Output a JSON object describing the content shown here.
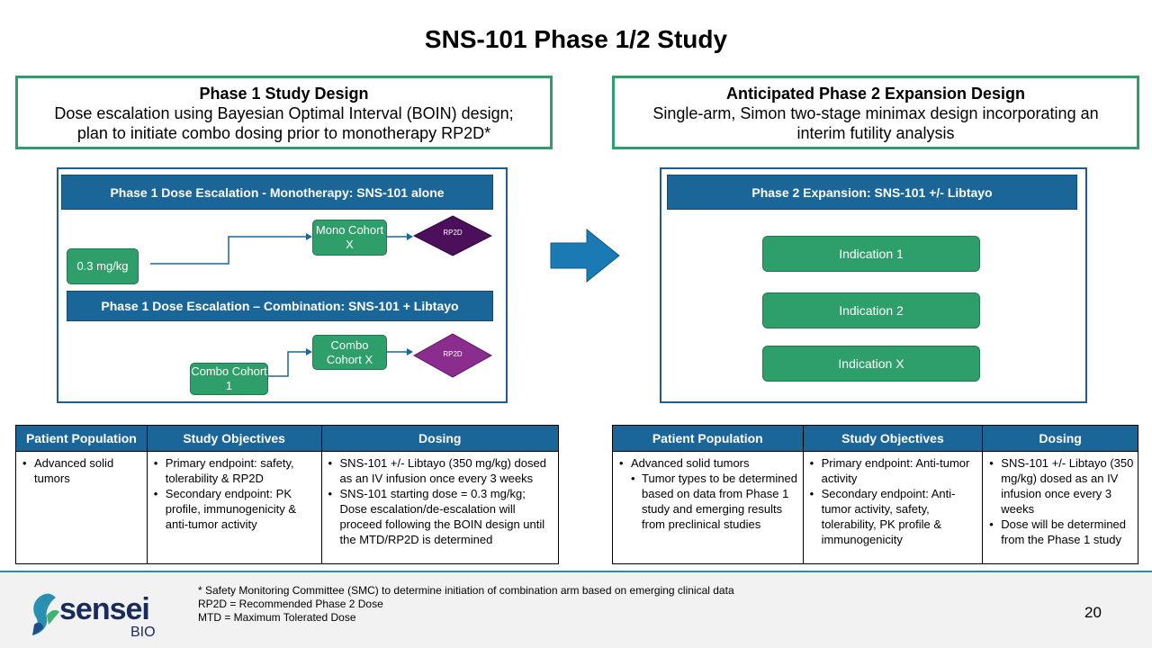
{
  "title": "SNS-101 Phase 1/2 Study",
  "phase1_design": {
    "heading": "Phase 1 Study Design",
    "line1": "Dose escalation using Bayesian Optimal Interval (BOIN) design;",
    "line2": "plan to initiate combo dosing prior to monotherapy RP2D*"
  },
  "phase2_design": {
    "heading": "Anticipated Phase 2 Expansion Design",
    "line1": "Single-arm, Simon two-stage minimax design incorporating an",
    "line2": "interim futility analysis"
  },
  "phase1_flow": {
    "mono_bar": "Phase 1 Dose Escalation - Monotherapy: SNS-101 alone",
    "start_dose": "0.3 mg/kg",
    "mono_cohort": "Mono Cohort X",
    "rp2d_mono": "RP2D",
    "combo_bar": "Phase 1 Dose Escalation – Combination: SNS-101 + Libtayo",
    "combo_cohort_1": "Combo Cohort 1",
    "combo_cohort_x": "Combo Cohort X",
    "rp2d_combo": "RP2D"
  },
  "phase2_flow": {
    "bar": "Phase 2 Expansion: SNS-101 +/- Libtayo",
    "indications": [
      "Indication 1",
      "Indication 2",
      "Indication X"
    ]
  },
  "table1": {
    "headers": [
      "Patient Population",
      "Study Objectives",
      "Dosing"
    ],
    "population": [
      "Advanced solid tumors"
    ],
    "objectives": [
      "Primary endpoint: safety, tolerability & RP2D",
      "Secondary endpoint: PK profile, immunogenicity & anti-tumor activity"
    ],
    "dosing": [
      "SNS-101 +/- Libtayo (350 mg/kg) dosed as an IV infusion once every 3 weeks",
      "SNS-101 starting dose = 0.3 mg/kg; Dose escalation/de-escalation will proceed following the BOIN design until the MTD/RP2D is determined"
    ]
  },
  "table2": {
    "headers": [
      "Patient Population",
      "Study Objectives",
      "Dosing"
    ],
    "population": [
      "Advanced solid tumors"
    ],
    "population_sub": [
      "Tumor types to be determined based on data from Phase 1 study and emerging results from preclinical studies"
    ],
    "objectives": [
      "Primary endpoint: Anti-tumor activity",
      "Secondary endpoint: Anti-tumor activity, safety, tolerability, PK profile & immunogenicity"
    ],
    "dosing": [
      "SNS-101 +/- Libtayo (350 mg/kg) dosed as an IV infusion once every 3 weeks",
      "Dose will be determined from the Phase 1 study"
    ]
  },
  "footnotes": [
    "* Safety Monitoring Committee (SMC) to determine initiation of combination arm based on emerging clinical data",
    "RP2D = Recommended Phase 2 Dose",
    "MTD = Maximum Tolerated Dose"
  ],
  "page_number": "20",
  "logo": {
    "name": "sensei",
    "sub": "BIO",
    "icon": "sensei-bio-logo-mark"
  },
  "colors": {
    "accent_green": "#2e9e6a",
    "bar_blue": "#1b6698",
    "diamond_dark": "#4b0f5c",
    "diamond_light": "#8a2d8e"
  }
}
